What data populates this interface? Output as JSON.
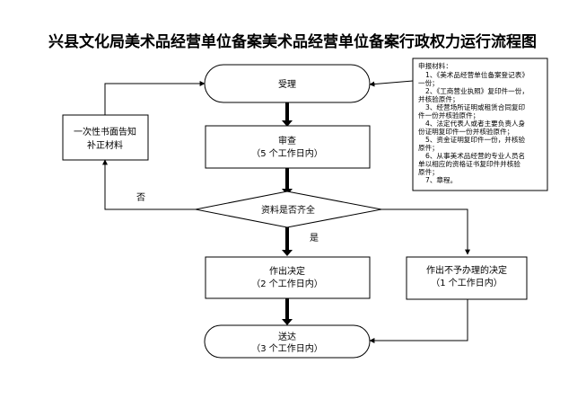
{
  "title": "兴县文化局美术品经营单位备案美术品经营单位备案行政权力运行流程图",
  "nodes": {
    "accept": {
      "label": "受理"
    },
    "review": {
      "label": "审查",
      "time": "（5 个工作日内）"
    },
    "complete_check": {
      "label": "资料是否齐全"
    },
    "decide": {
      "label": "作出决定",
      "time": "（2 个工作日内）"
    },
    "reject": {
      "label": "作出不予办理的决定",
      "time": "（1 个工作日内）"
    },
    "deliver": {
      "label": "送达",
      "time": "（3 个工作日内）"
    },
    "notify": {
      "lines": [
        "一次性书面告知",
        "补正材料"
      ]
    }
  },
  "branches": {
    "no": "否",
    "yes": "是"
  },
  "materials": {
    "lines": [
      "申报材料：",
      "1、《美术品经营单位备案登记表》",
      "一份；",
      "2、《工商营业执照》复印件一份，",
      "并核验原件；",
      "3、经营场所证明或租赁合同复印",
      "件一份并核验原件；",
      "4、法定代表人或者主要负责人身",
      "份证明复印件一份并核验原件；",
      "5、资金证明复印件一份，并核验",
      "原件；",
      "6、从事美术品经营的专业人员名",
      "单以相应的资格证书复印件并核验",
      "原件；",
      "7、章程。"
    ]
  },
  "colors": {
    "stroke": "#000000",
    "fill": "#ffffff",
    "text": "#000000"
  }
}
